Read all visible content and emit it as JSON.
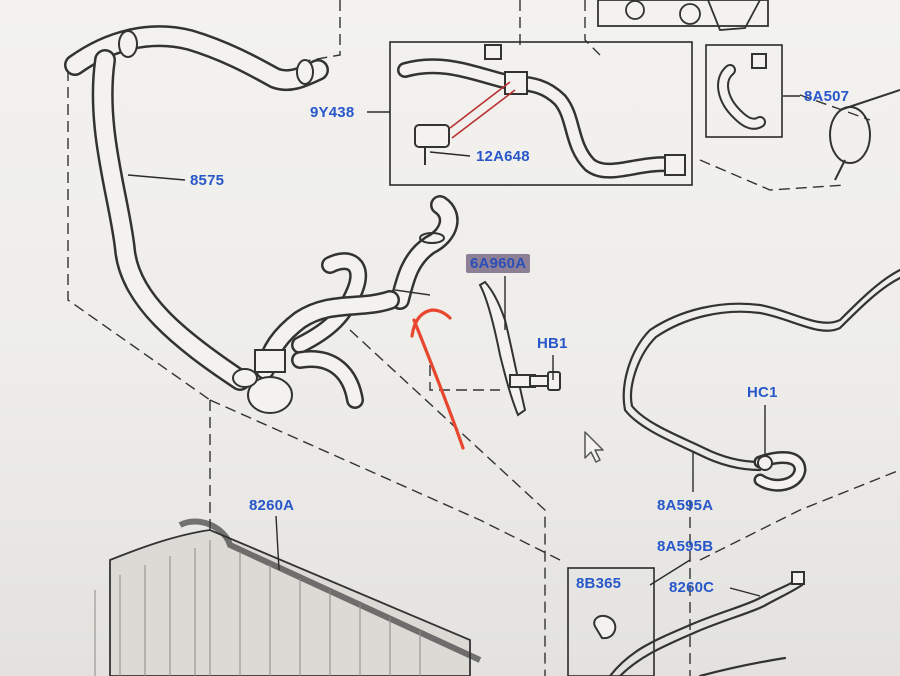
{
  "labels": {
    "p9y438": "9Y438",
    "p12a648": "12A648",
    "p8a507": "8A507",
    "p8575": "8575",
    "p6a960a": "6A960A",
    "phb1": "HB1",
    "phc1": "HC1",
    "p8a595a": "8A595A",
    "p8260a": "8260A",
    "p8a595b": "8A595B",
    "p8b365": "8B365",
    "p8260c": "8260C"
  },
  "colors": {
    "label_text": "#2757c9",
    "highlight_background": "#8d7f95",
    "annotation_arrow": "#e8472f",
    "annotation_link": "#b83232",
    "line_art": "#333333",
    "paper": "#f3f2ef"
  },
  "annotations": {
    "arrow_color_name": "red",
    "pointer_icon": "mouse-cursor-icon"
  }
}
